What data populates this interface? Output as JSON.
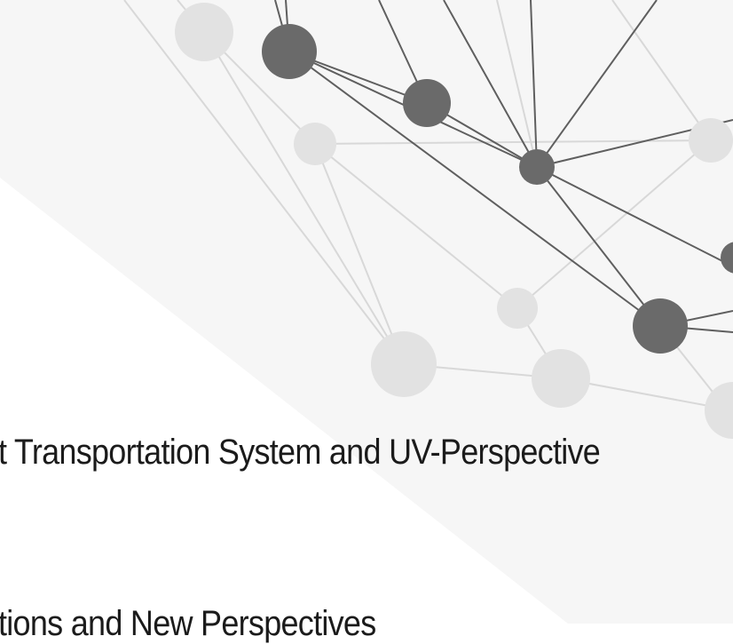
{
  "slide": {
    "heading_line_1": "t Transportation System and UV-Perspective",
    "heading_line_2": "tions and New Perspectives"
  },
  "decoration": {
    "type": "network-graph",
    "icon": "network-nodes-graphic",
    "colors": {
      "band": "#f4f4f4",
      "light_node": "#e3e3e3",
      "light_edge": "#d6d6d6",
      "dark_node": "#6e6e6e",
      "dark_edge": "#5f5f5f"
    }
  }
}
